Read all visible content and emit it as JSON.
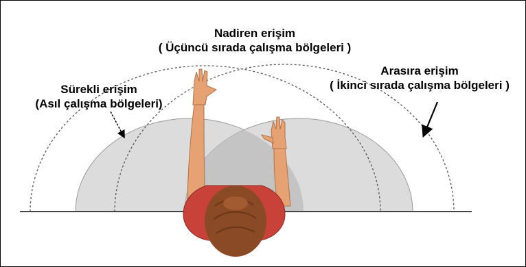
{
  "labels": {
    "rare_title": "Nadiren erişim",
    "rare_sub": "( Üçüncü sırada çalışma bölgeleri )",
    "occasional_title": "Arasıra erişim",
    "occasional_sub": "( İkinci sırada çalışma bölgeleri )",
    "continuous_title": "Sürekli erişim",
    "continuous_sub": "(Asıl çalışma bölgeleri)"
  },
  "colors": {
    "zone_fill": "#dcdcdc",
    "zone_overlap": "#c4c4c4",
    "skin": "#e6a273",
    "shirt": "#c8423a",
    "hair": "#8a4a26",
    "line": "#555555"
  }
}
